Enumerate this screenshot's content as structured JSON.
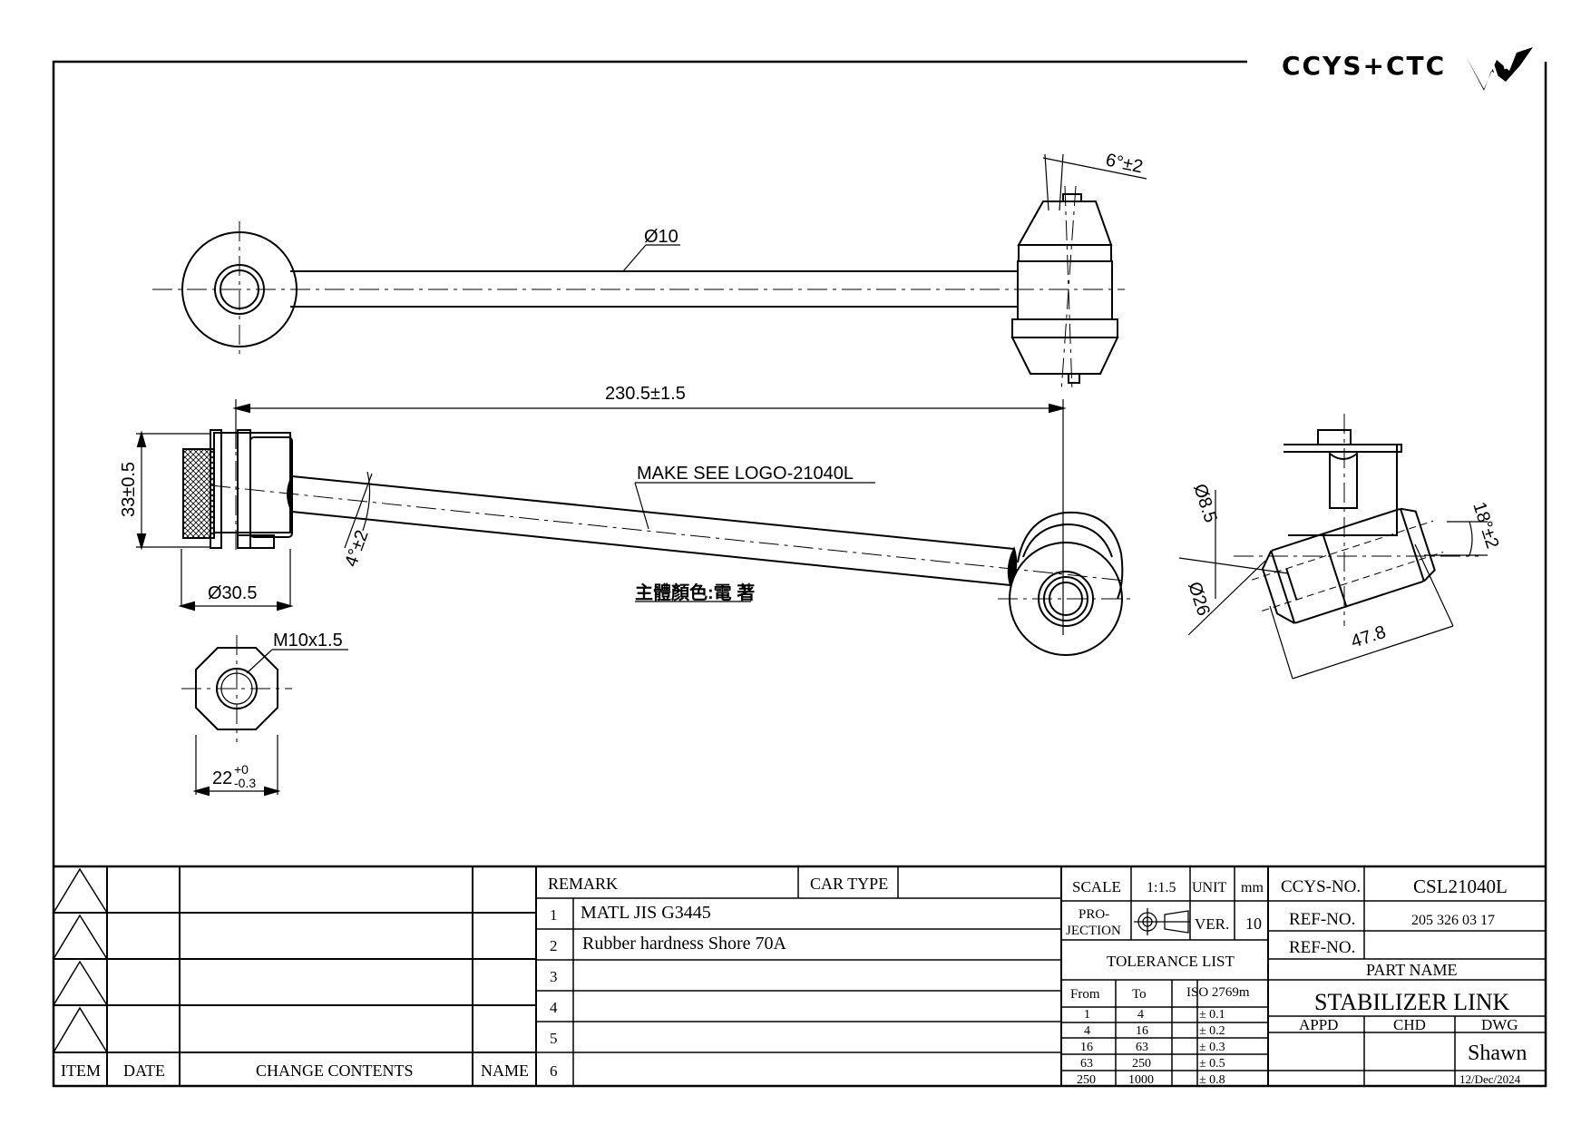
{
  "logo": {
    "text": "CCYS+CTC"
  },
  "dimensions": {
    "rod_dia": "Ø10",
    "angle_top": "6°±2",
    "length": "230.5±1.5",
    "marking_note": "MAKE SEE LOGO-21040L",
    "height": "33±0.5",
    "angle_rod": "4°±2",
    "body_color_note": "主體顏色:電 著",
    "bush_dia": "Ø30.5",
    "thread": "M10x1.5",
    "hex_main": "22",
    "hex_tol_upper": "+0",
    "hex_tol_lower": "-0.3",
    "side_hole": "Ø8.5",
    "side_dia": "Ø26",
    "side_angle": "18°±2",
    "side_len": "47.8"
  },
  "revision_block": {
    "headers": {
      "item": "ITEM",
      "date": "DATE",
      "change": "CHANGE CONTENTS",
      "name": "NAME"
    }
  },
  "remark_block": {
    "remark_label": "REMARK",
    "car_type_label": "CAR TYPE",
    "rows": [
      {
        "no": "1",
        "text": "MATL JIS G3445"
      },
      {
        "no": "2",
        "text": "Rubber hardness Shore 70A"
      },
      {
        "no": "3",
        "text": ""
      },
      {
        "no": "4",
        "text": ""
      },
      {
        "no": "5",
        "text": ""
      },
      {
        "no": "6",
        "text": ""
      }
    ]
  },
  "title_block": {
    "scale_label": "SCALE",
    "scale_value": "1:1.5",
    "unit_label": "UNIT",
    "unit_value": "mm",
    "projection_label_1": "PRO-",
    "projection_label_2": "JECTION",
    "ver_label": "VER.",
    "ver_value": "10",
    "tolerance_title": "TOLERANCE LIST",
    "tol_headers": {
      "from": "From",
      "to": "To",
      "std": "ISO 2769m"
    },
    "tol_rows": [
      {
        "from": "1",
        "to": "4",
        "tol": "± 0.1"
      },
      {
        "from": "4",
        "to": "16",
        "tol": "± 0.2"
      },
      {
        "from": "16",
        "to": "63",
        "tol": "± 0.3"
      },
      {
        "from": "63",
        "to": "250",
        "tol": "± 0.5"
      },
      {
        "from": "250",
        "to": "1000",
        "tol": "± 0.8"
      }
    ],
    "ccys_no_label": "CCYS-NO.",
    "ccys_no_value": "CSL21040L",
    "ref_no_label": "REF-NO.",
    "ref_no_value": "205 326 03 17",
    "ref_no_label_2": "REF-NO.",
    "ref_no_value_2": "",
    "part_name_label": "PART NAME",
    "part_name_value": "STABILIZER LINK",
    "appd_label": "APPD",
    "chd_label": "CHD",
    "dwg_label": "DWG",
    "drawn_by": "Shawn",
    "date": "12/Dec/2024"
  }
}
